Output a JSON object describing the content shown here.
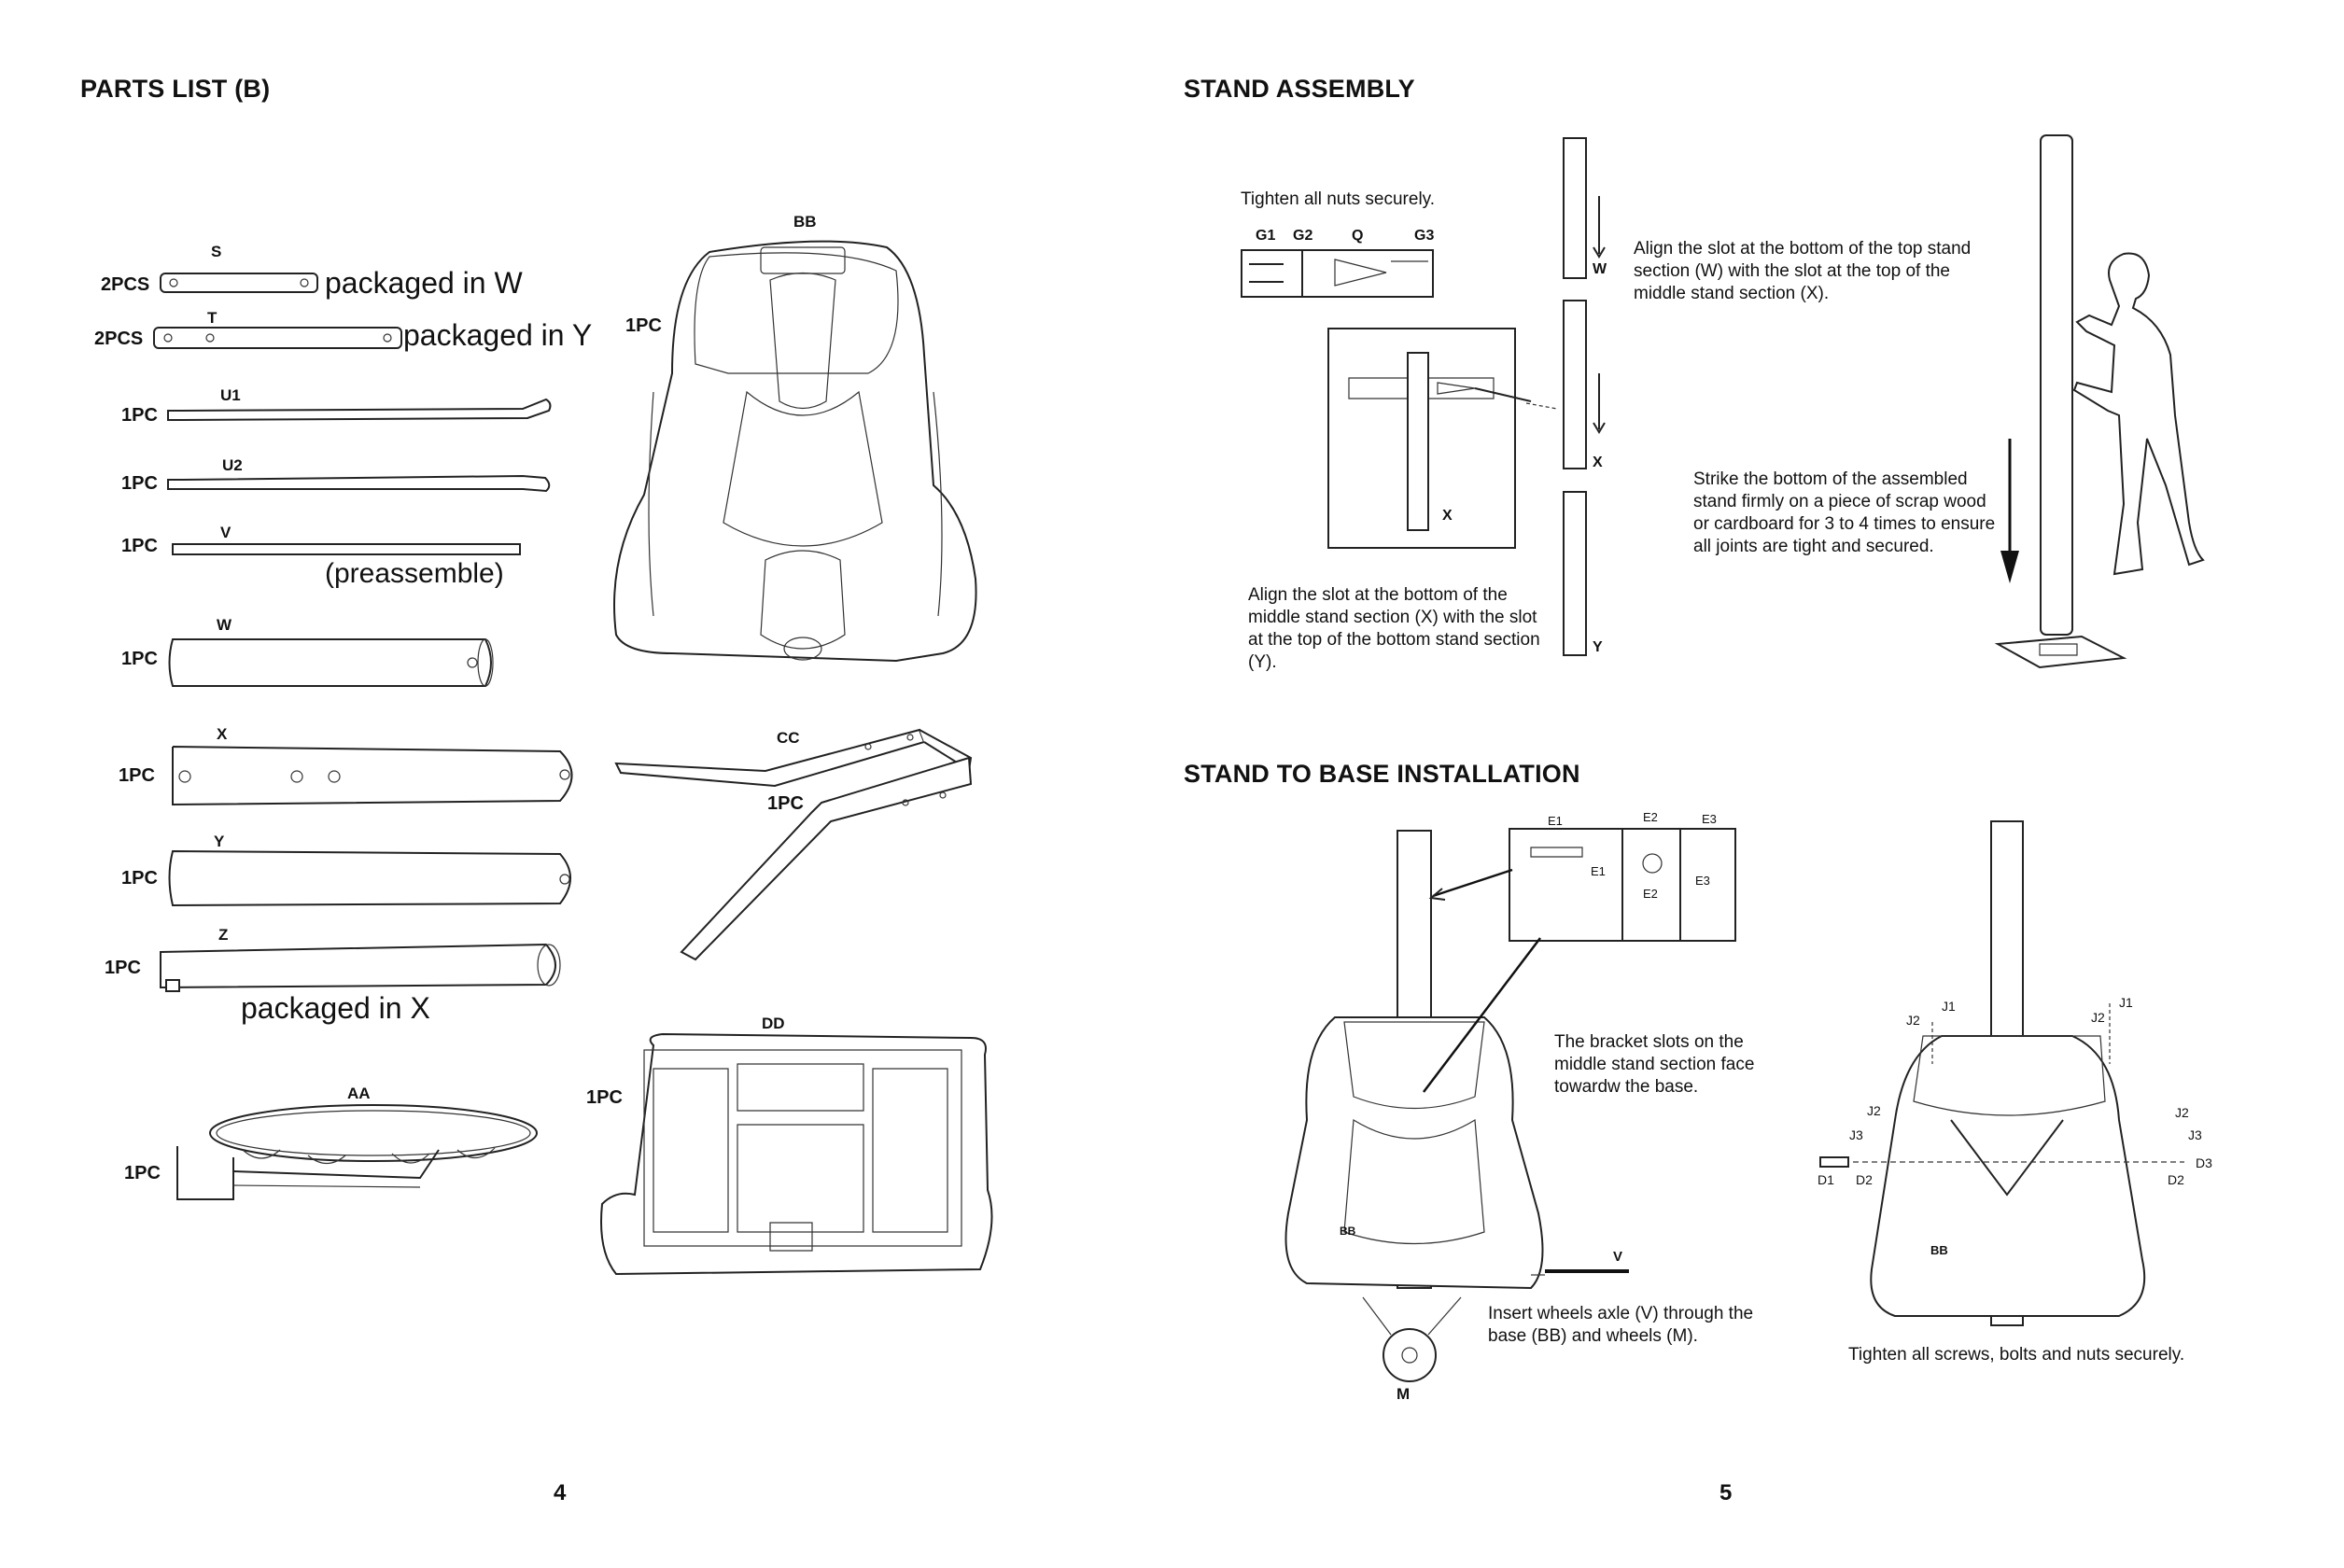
{
  "left_page": {
    "title": "PARTS LIST (B)",
    "page_number": "4",
    "parts": [
      {
        "code": "S",
        "qty": "2PCS",
        "note": "packaged in W"
      },
      {
        "code": "T",
        "qty": "2PCS",
        "note": "packaged in Y"
      },
      {
        "code": "U1",
        "qty": "1PC"
      },
      {
        "code": "U2",
        "qty": "1PC"
      },
      {
        "code": "V",
        "qty": "1PC",
        "note": "(preassemble)"
      },
      {
        "code": "W",
        "qty": "1PC"
      },
      {
        "code": "X",
        "qty": "1PC"
      },
      {
        "code": "Y",
        "qty": "1PC"
      },
      {
        "code": "Z",
        "qty": "1PC",
        "note": "packaged in X"
      },
      {
        "code": "AA",
        "qty": "1PC"
      },
      {
        "code": "BB",
        "qty": "1PC"
      },
      {
        "code": "CC",
        "qty": "1PC"
      },
      {
        "code": "DD",
        "qty": "1PC"
      }
    ]
  },
  "right_page": {
    "page_number": "5",
    "stand_assembly": {
      "title": "STAND ASSEMBLY",
      "tighten_note": "Tighten all nuts securely.",
      "hardware_labels": [
        "G1",
        "G2",
        "Q",
        "G3"
      ],
      "inset_label": "X",
      "section_labels": [
        "W",
        "X",
        "Y"
      ],
      "align_top": "Align the slot at the bottom of the top stand section (W) with the slot at the top of the middle stand section (X).",
      "align_middle": "Align the slot at the bottom of the middle stand section (X) with the slot at the top of the bottom stand section (Y).",
      "strike_note": "Strike the bottom of the assembled stand firmly on a piece of scrap wood or cardboard for 3 to 4 times to ensure all joints are tight and secured."
    },
    "stand_to_base": {
      "title": "STAND TO BASE INSTALLATION",
      "inset_labels": [
        "E1",
        "E2",
        "E3",
        "E1",
        "E2",
        "E3"
      ],
      "bracket_note": "The bracket slots on the middle stand section face towardw the base.",
      "axle_note": "Insert wheels axle (V) through the base (BB) and wheels (M).",
      "labels": {
        "base": "BB",
        "axle": "V",
        "wheel": "M"
      },
      "hw_labels": {
        "j1a": "J1",
        "j2a": "J2",
        "j1b": "J1",
        "j2b": "J2",
        "j2c": "J2",
        "j3a": "J3",
        "j2d": "J2",
        "j3b": "J3",
        "d1": "D1",
        "d2a": "D2",
        "d3": "D3",
        "d2b": "D2",
        "bb": "BB"
      },
      "tighten_all": "Tighten all screws, bolts and nuts securely."
    }
  }
}
